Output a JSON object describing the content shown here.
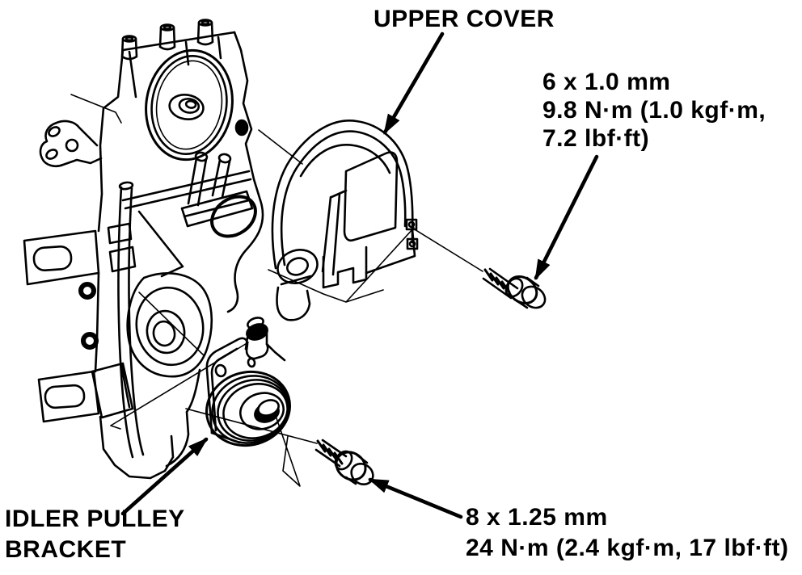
{
  "diagram": {
    "background": "#ffffff",
    "ink": "#000000",
    "subject": "engine-timing-belt-upper-cover-and-idler-pulley-bracket-line-art",
    "callouts": {
      "upper_cover": {
        "text": "UPPER COVER"
      },
      "bolt_6mm": {
        "size": "6 x 1.0 mm",
        "torque_1": "9.8 N·m (1.0 kgf·m,",
        "torque_2": "7.2 lbf·ft)"
      },
      "idler_pulley_bracket": {
        "line1": "IDLER PULLEY",
        "line2": "BRACKET"
      },
      "bolt_8mm": {
        "size": "8 x 1.25 mm",
        "torque": "24 N·m (2.4 kgf·m, 17 lbf·ft)"
      }
    }
  }
}
